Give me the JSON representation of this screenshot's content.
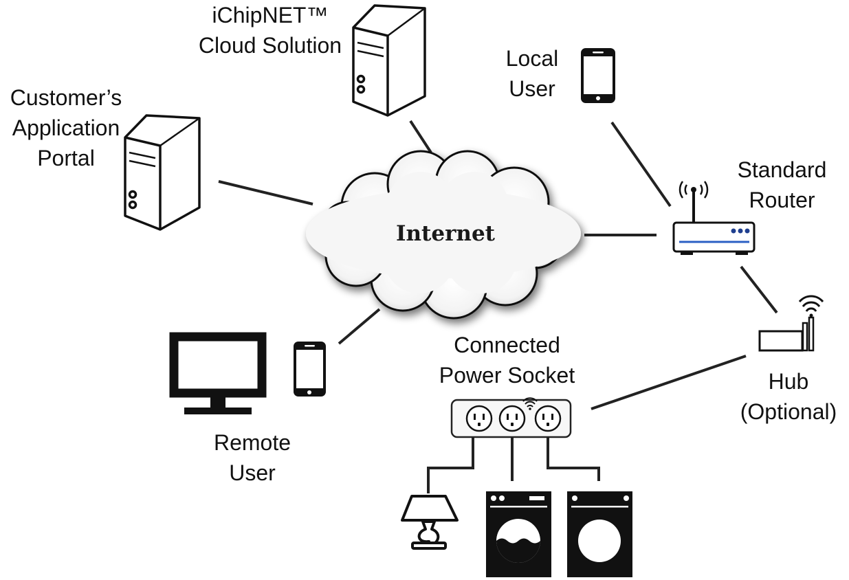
{
  "labels": {
    "cloud_solution": [
      "iChipNET™",
      "Cloud Solution"
    ],
    "customer_portal": [
      "Customer’s",
      "Application",
      "Portal"
    ],
    "local_user": [
      "Local",
      "User"
    ],
    "standard_router": [
      "Standard",
      "Router"
    ],
    "internet": "Internet",
    "hub": [
      "Hub",
      "(Optional)"
    ],
    "power_socket": [
      "Connected",
      "Power Socket"
    ],
    "remote_user": [
      "Remote",
      "User"
    ]
  },
  "icons": {
    "cloud_server": "server-tower-icon",
    "customer_server": "server-tower-icon",
    "local_phone": "smartphone-icon",
    "router": "wifi-router-icon",
    "internet": "cloud-icon",
    "hub": "wireless-hub-icon",
    "power_socket": "smart-power-strip-icon",
    "monitor": "desktop-monitor-icon",
    "remote_phone": "smartphone-icon",
    "lamp": "table-lamp-icon",
    "washer": "washing-machine-icon",
    "dryer": "clothes-dryer-icon"
  },
  "colors": {
    "line": "#222222",
    "router_accent": "#2b5fc4",
    "router_lights": "#1f3f8f"
  }
}
